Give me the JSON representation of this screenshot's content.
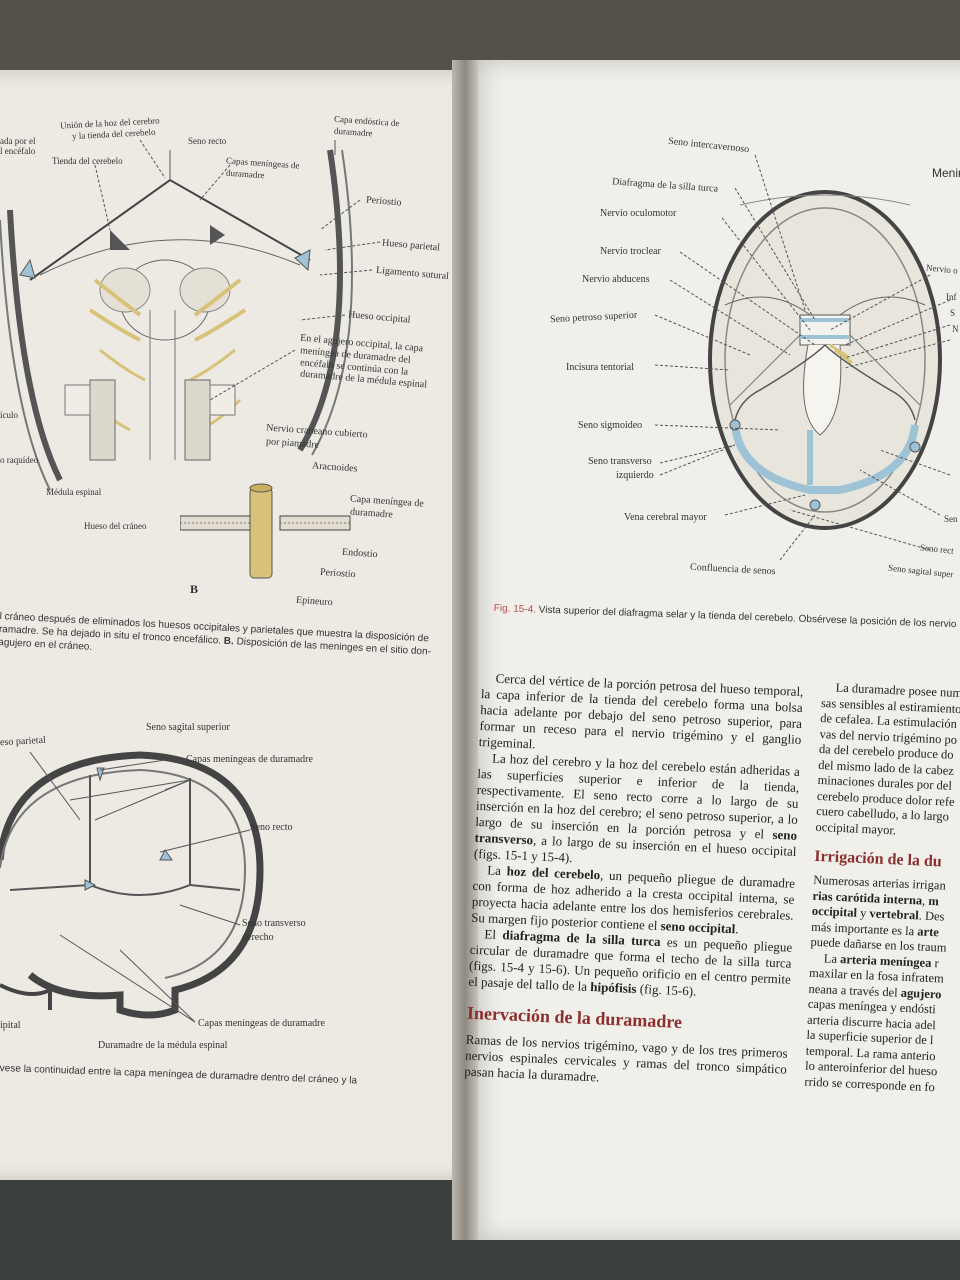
{
  "colors": {
    "blue": "#9fc3d6",
    "heading": "#8b2e2e",
    "fig_label": "#b44a4a",
    "nerve": "#d8c27a"
  },
  "figA": {
    "labels": {
      "l1": "ada por el",
      "l2": "l encéfalo",
      "union1": "Unión de la hoz del cerebro",
      "union2": "y la tienda del cerebelo",
      "seno_recto": "Seno recto",
      "capa_endo1": "Capa endóstica de",
      "capa_endo2": "duramadre",
      "tienda": "Tienda del cerebelo",
      "capas_men1": "Capas meníngeas de",
      "capas_men2": "duramadre",
      "periostio": "Periostio",
      "hueso_parietal": "Hueso parietal",
      "ligamento": "Ligamento sutural",
      "hueso_occipital": "Hueso occipital",
      "agujero1": "En el agujero occipital, la capa",
      "agujero2": "meníngea de duramadre del",
      "agujero3": "encéfalo se continúa con la",
      "agujero4": "duramadre de la médula espinal",
      "iculo": "ículo",
      "raquideo": "o raquídeo",
      "medula": "Médula espinal"
    }
  },
  "figB": {
    "letter": "B",
    "labels": {
      "nervio1": "Nervio craneano cubierto",
      "nervio2": "por piamadre",
      "aracnoides": "Aracnoides",
      "hueso_craneo": "Hueso del cráneo",
      "capa_men1": "Capa meníngea de",
      "capa_men2": "duramadre",
      "endostio": "Endostio",
      "periostio": "Periostio",
      "epineuro": "Epineuro"
    }
  },
  "caption_left": {
    "line1": "l cráneo después de eliminados los huesos occipitales y parietales que muestra la disposición de",
    "line2a": "ramadre. Se ha dejado in situ el tronco encefálico. ",
    "line2b": "B.",
    "line2c": " Disposición de las meninges en el sitio don-",
    "line3": "agujero en el cráneo."
  },
  "figC": {
    "labels": {
      "seso_parietal": "eso parietal",
      "seno_sagital": "Seno sagital superior",
      "capas_men": "Capas meníngeas de duramadre",
      "seno_recto": "Seno recto",
      "seno_trans1": "Seno transverso",
      "seno_trans2": "derecho",
      "capas_men2": "Capas meníngeas de duramadre",
      "ipital": "ipital",
      "dura_medula": "Duramadre de la médula espinal"
    },
    "caption": "vese la continuidad entre la capa meníngea de duramadre dentro del cráneo y la"
  },
  "right_header": "Menin",
  "fig154": {
    "labels": {
      "seno_inter": "Seno intercavernoso",
      "diafragma": "Diafragma de la silla turca",
      "oculomotor": "Nervio oculomotor",
      "troclear": "Nervio troclear",
      "abducens": "Nervio abducens",
      "petroso": "Seno petroso superior",
      "incisura": "Incisura tentorial",
      "sigmoideo": "Seno sigmoideo",
      "transverso1": "Seno transverso",
      "transverso2": "izquierdo",
      "vena": "Vena cerebral mayor",
      "confluencia": "Confluencia de senos",
      "nervio_o": "Nervio o",
      "inf": "Inf",
      "s": "S",
      "n": "N",
      "sen": "Sen",
      "seno_rec": "Seno rect",
      "seno_sag": "Seno sagital super"
    },
    "caption_num": "Fig. 15-4.",
    "caption": " Vista superior del diafragma selar y la tienda del cerebelo. Obsérvese la posición de los nervio"
  },
  "col1": {
    "p1": "Cerca del vértice de la porción petrosa del hueso temporal, la capa inferior de la tienda del cerebelo forma una bolsa hacia adelante por debajo del seno petroso superior, para formar un receso para el nervio trigémino y el ganglio trigeminal.",
    "p2a": "La hoz del cerebro y la hoz del cerebelo están adheridas a las superficies superior e inferior de la tienda, respectivamente. El seno recto corre a lo largo de su inserción en la hoz del cerebro; el seno petroso superior, a lo largo de su inserción en la porción petrosa y el ",
    "p2b": "seno transverso",
    "p2c": ", a lo largo de su inserción en el hueso occipital (figs. 15-1 y 15-4).",
    "p3a": "La ",
    "p3b": "hoz del cerebelo",
    "p3c": ", un pequeño pliegue de duramadre con forma de hoz adherido a la cresta occipital interna, se proyecta hacia adelante entre los dos hemisferios cerebrales. Su margen fijo posterior contiene el ",
    "p3d": "seno occipital",
    "p3e": ".",
    "p4a": "El ",
    "p4b": "diafragma de la silla turca",
    "p4c": " es un pequeño pliegue circular de duramadre que forma el techo de la silla turca (figs. 15-4 y 15-6). Un pequeño orificio en el centro permite el pasaje del tallo de la ",
    "p4d": "hipófisis",
    "p4e": " (fig. 15-6).",
    "heading": "Inervación de la duramadre",
    "p5": "Ramas de los nervios trigémino, vago y de los tres primeros nervios espinales cervicales y ramas del tronco simpático pasan hacia la duramadre."
  },
  "col2": {
    "lines": [
      "La duramadre posee num",
      "sas sensibles al estiramiento",
      "de cefalea. La estimulación",
      "vas del nervio trigémino po",
      "da del cerebelo produce do",
      "del mismo lado de la cabez",
      "minaciones durales por del",
      "cerebelo produce dolor refe",
      "cuero cabelludo, a lo largo",
      "occipital mayor."
    ],
    "heading": "Irrigación de la du",
    "l1": "Numerosas arterias irrigan",
    "l2a": "rias carótida interna",
    "l2b": ", ",
    "l2c": "m",
    "l3a": "occipital",
    "l3b": " y ",
    "l3c": "vertebral",
    "l3d": ". Des",
    "l4a": "más importante es la ",
    "l4b": "arte",
    "l5": "puede dañarse en los traum",
    "l6a": "La ",
    "l6b": "arteria meníngea",
    "l6c": " r",
    "l7": "maxilar en la fosa infratem",
    "l8a": "neana a través del ",
    "l8b": "agujero",
    "l9": "capas meníngea y endósti",
    "l10": "arteria discurre hacia adel",
    "l11": "la superficie superior de l",
    "l12": "temporal. La rama anterio",
    "l13": "lo anteroinferior del hueso",
    "l14": "rrido se corresponde en fo"
  }
}
